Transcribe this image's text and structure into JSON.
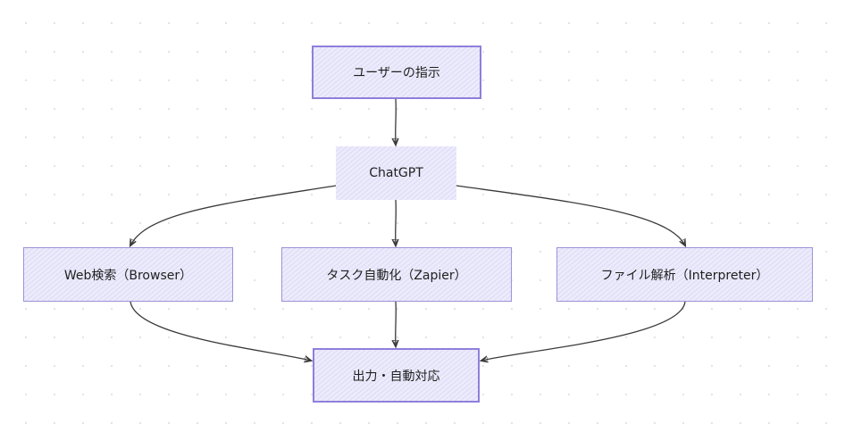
{
  "diagram": {
    "nodes": {
      "top": "ユーザーの指示",
      "chat": "ChatGPT",
      "web": "Web検索（Browser）",
      "task": "タスク自動化（Zapier）",
      "file": "ファイル解析（Interpreter）",
      "out": "出力・自動対応"
    },
    "colors": {
      "node_fill": "#ecebfb",
      "node_border": "#9c92d8",
      "edge": "#3a3a3a",
      "grid_dot": "#e3e3e3"
    }
  }
}
